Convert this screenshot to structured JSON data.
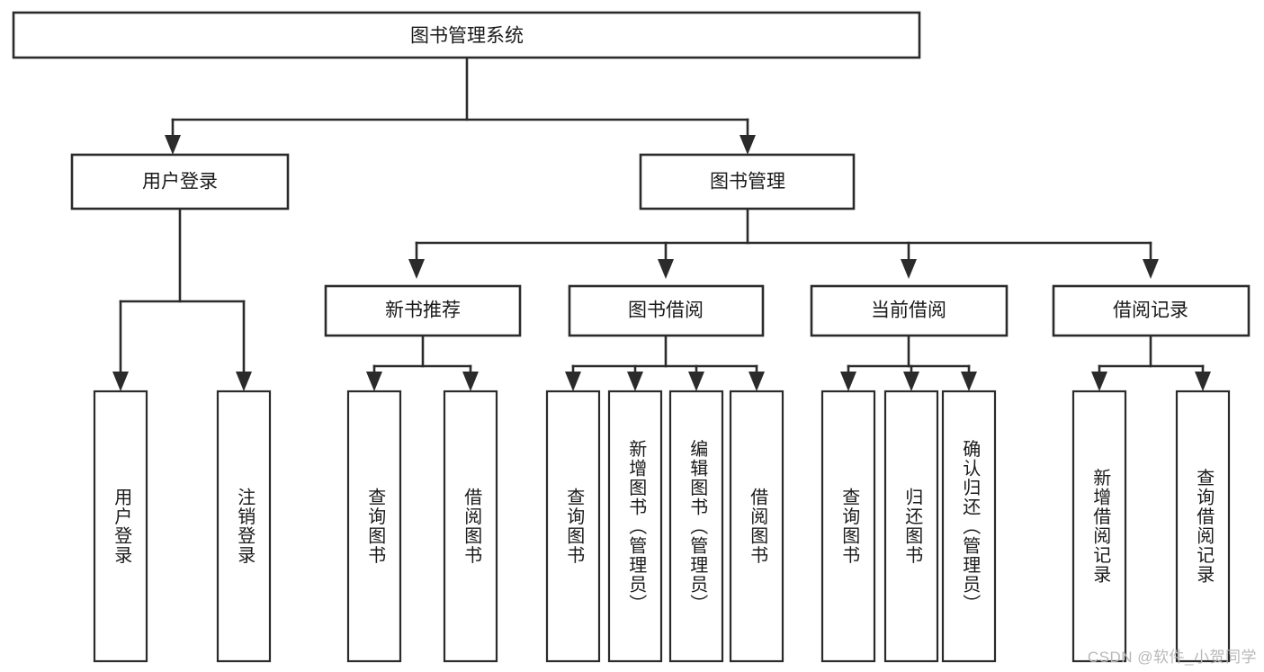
{
  "diagram": {
    "title": "图书管理系统",
    "type": "tree",
    "colors": {
      "stroke": "#2b2b2b",
      "fill": "#ffffff",
      "text": "#1a1a1a",
      "watermark": "#b8b8b8",
      "background": "#ffffff"
    },
    "root": {
      "label": "图书管理系统"
    },
    "level1": [
      {
        "label": "用户登录"
      },
      {
        "label": "图书管理"
      }
    ],
    "level2": [
      {
        "label": "新书推荐",
        "parent": "图书管理"
      },
      {
        "label": "图书借阅",
        "parent": "图书管理"
      },
      {
        "label": "当前借阅",
        "parent": "图书管理"
      },
      {
        "label": "借阅记录",
        "parent": "图书管理"
      }
    ],
    "leaves": {
      "用户登录": [
        {
          "label": "用户登录"
        },
        {
          "label": "注销登录"
        }
      ],
      "新书推荐": [
        {
          "label": "查询图书"
        },
        {
          "label": "借阅图书"
        }
      ],
      "图书借阅": [
        {
          "label": "查询图书"
        },
        {
          "label": "新增图书（管理员）"
        },
        {
          "label": "编辑图书（管理员）"
        },
        {
          "label": "借阅图书"
        }
      ],
      "当前借阅": [
        {
          "label": "查询图书"
        },
        {
          "label": "归还图书"
        },
        {
          "label": "确认归还（管理员）"
        }
      ],
      "借阅记录": [
        {
          "label": "新增借阅记录"
        },
        {
          "label": "查询借阅记录"
        }
      ]
    }
  },
  "watermark": {
    "text": "CSDN @软件_小贺同学"
  }
}
